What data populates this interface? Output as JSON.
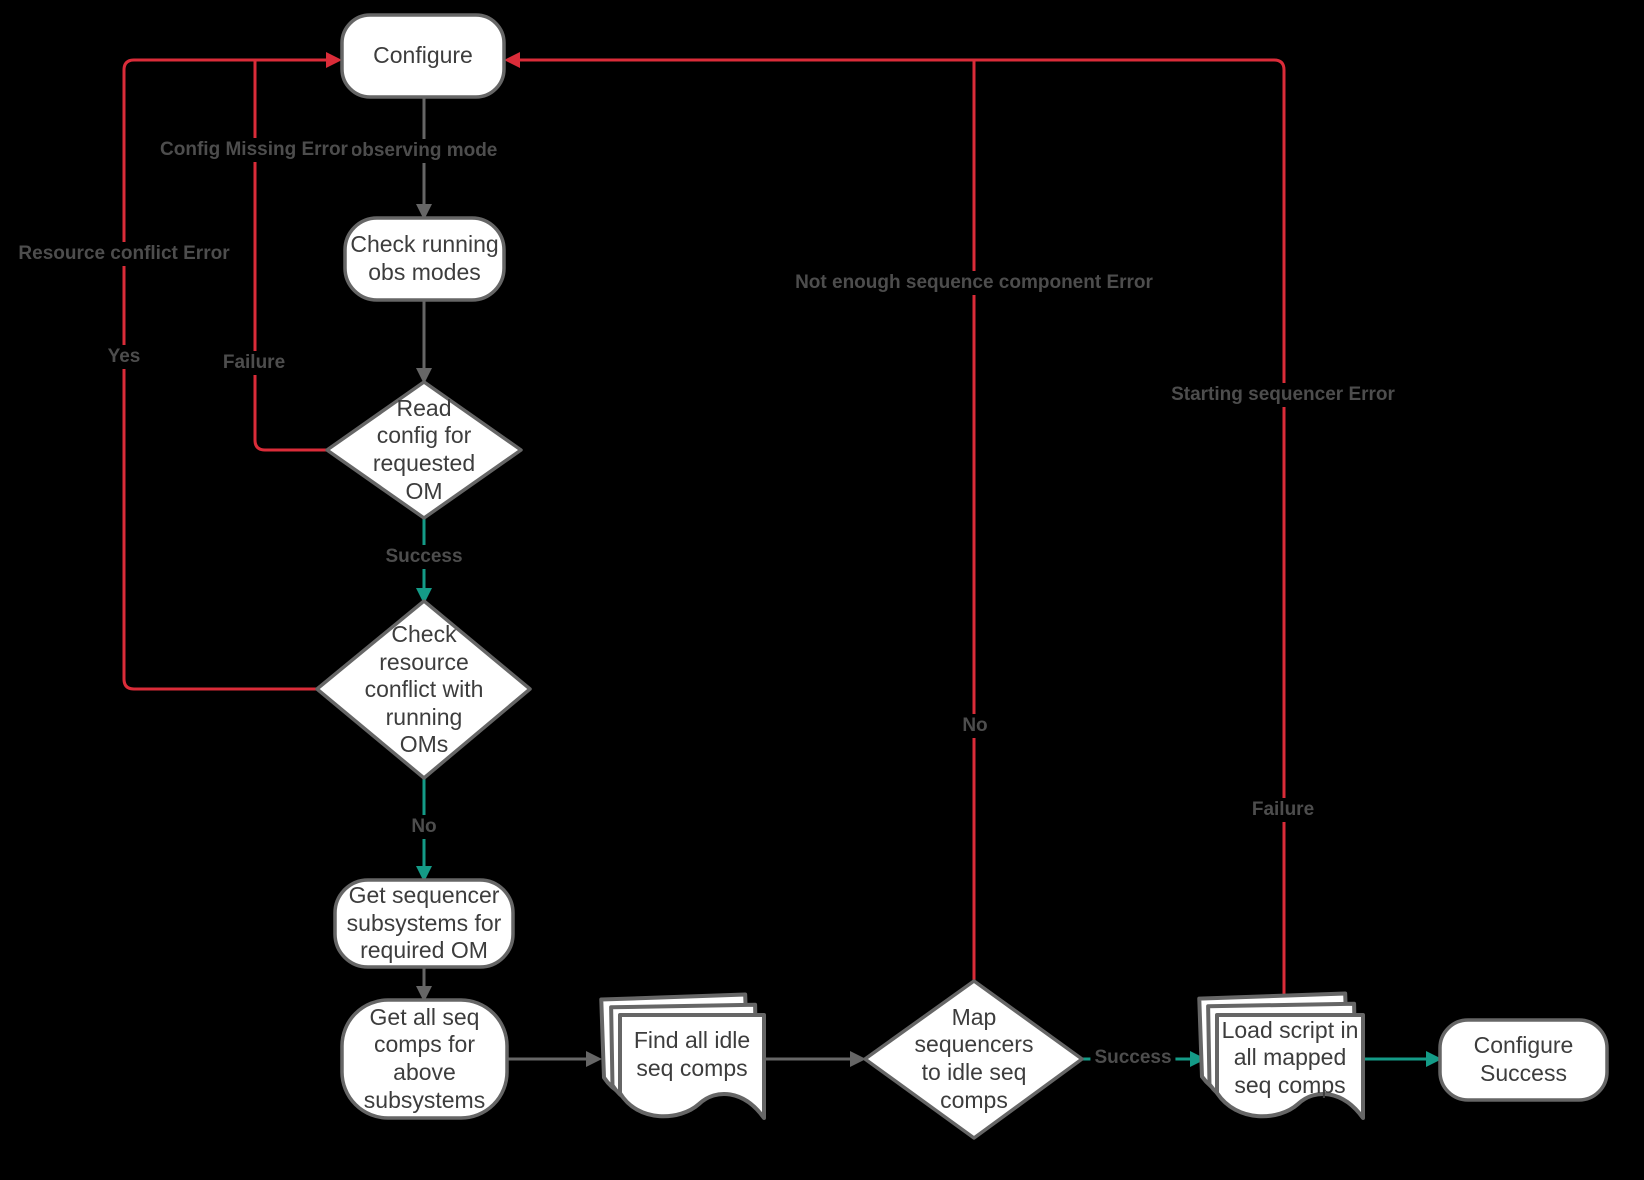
{
  "colors": {
    "error_red": "#da2c39",
    "success_green": "#149b87",
    "line_gray": "#666666",
    "node_fill": "#ffffff"
  },
  "nodes": {
    "configure": {
      "label": "Configure"
    },
    "check_running": {
      "label": "Check running\nobs modes"
    },
    "read_config": {
      "label": "Read\nconfig for\nrequested\nOM"
    },
    "check_resource": {
      "label": "Check\nresource\nconflict with\nrunning\nOMs"
    },
    "get_subsystems": {
      "label": "Get sequencer\nsubsystems for\nrequired OM"
    },
    "get_seq_comps": {
      "label": "Get all seq\ncomps for\nabove\nsubsystems"
    },
    "find_idle": {
      "label": "Find all idle\nseq comps"
    },
    "map_sequencers": {
      "label": "Map\nsequencers\nto idle seq\ncomps"
    },
    "load_script": {
      "label": "Load script in\nall mapped\nseq comps"
    },
    "configure_success": {
      "label": "Configure\nSuccess"
    }
  },
  "edge_labels": {
    "observing_mode": "observing mode",
    "config_missing_error": "Config Missing Error",
    "resource_conflict_error": "Resource conflict Error",
    "yes_left": "Yes",
    "failure_left": "Failure",
    "success_read": "Success",
    "no_resource": "No",
    "not_enough_error": "Not enough sequence component Error",
    "no_map": "No",
    "starting_sequencer_error": "Starting sequencer Error",
    "failure_right": "Failure",
    "success_map": "Success"
  }
}
